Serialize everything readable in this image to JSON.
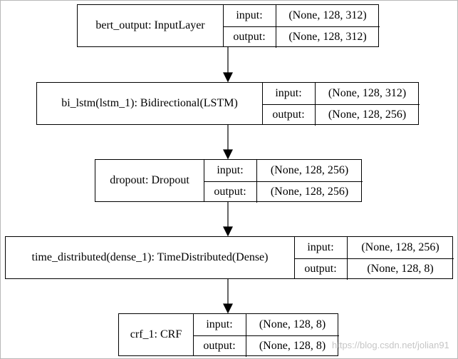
{
  "nodes": [
    {
      "name": "bert_output: InputLayer",
      "input_label": "input:",
      "output_label": "output:",
      "input_shape": "(None, 128, 312)",
      "output_shape": "(None, 128, 312)"
    },
    {
      "name": "bi_lstm(lstm_1): Bidirectional(LSTM)",
      "input_label": "input:",
      "output_label": "output:",
      "input_shape": "(None, 128, 312)",
      "output_shape": "(None, 128, 256)"
    },
    {
      "name": "dropout: Dropout",
      "input_label": "input:",
      "output_label": "output:",
      "input_shape": "(None, 128, 256)",
      "output_shape": "(None, 128, 256)"
    },
    {
      "name": "time_distributed(dense_1): TimeDistributed(Dense)",
      "input_label": "input:",
      "output_label": "output:",
      "input_shape": "(None, 128, 256)",
      "output_shape": "(None, 128, 8)"
    },
    {
      "name": "crf_1: CRF",
      "input_label": "input:",
      "output_label": "output:",
      "input_shape": "(None, 128, 8)",
      "output_shape": "(None, 128, 8)"
    }
  ],
  "watermark": "https://blog.csdn.net/jolian91"
}
